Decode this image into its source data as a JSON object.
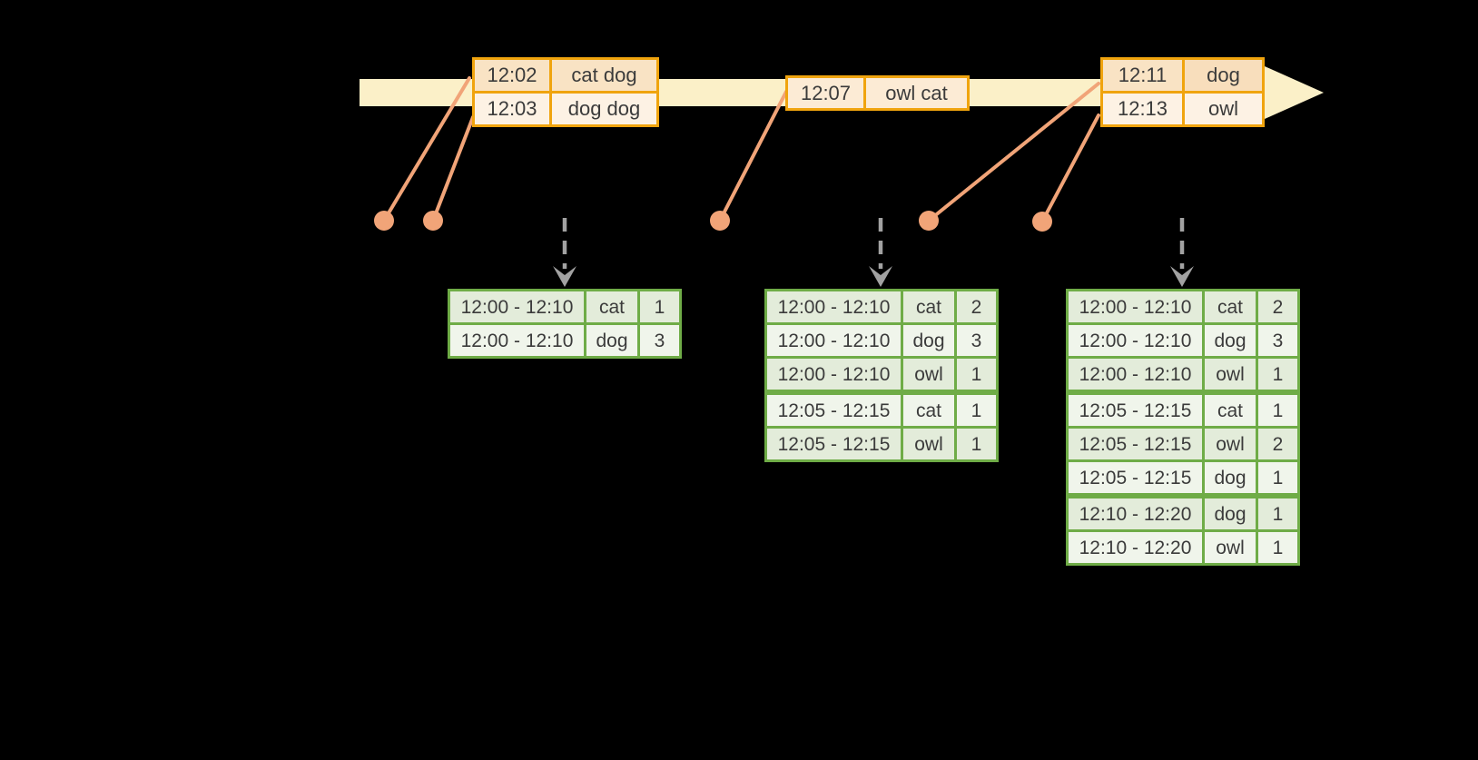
{
  "colors": {
    "canvas_bg": "#000000",
    "timeline_arrow": "#fbf0c8",
    "event_border": "#f0a40e",
    "event_row_dark": "#f9e3c4",
    "event_row_darker": "#f8debc",
    "event_row_light": "#fdf2e4",
    "event_single": "#fcebd5",
    "connector": "#f1a478",
    "flow_arrow": "#a2a2a2",
    "result_border": "#6fac47",
    "result_row_dark": "#e3ecda",
    "result_row_light": "#f0f5eb",
    "text": "#3b3b3b"
  },
  "event_tables": [
    {
      "name": "events-1202-1203",
      "rows": [
        [
          "12:02",
          "cat dog"
        ],
        [
          "12:03",
          "dog dog"
        ]
      ]
    },
    {
      "name": "events-1207",
      "rows": [
        [
          "12:07",
          "owl cat"
        ]
      ]
    },
    {
      "name": "events-1211-1213",
      "rows": [
        [
          "12:11",
          "dog"
        ],
        [
          "12:13",
          "owl"
        ]
      ]
    }
  ],
  "result_tables": [
    {
      "name": "windowed-counts-1",
      "rows": [
        [
          "12:00 - 12:10",
          "cat",
          "1"
        ],
        [
          "12:00 - 12:10",
          "dog",
          "3"
        ]
      ]
    },
    {
      "name": "windowed-counts-2",
      "rows": [
        [
          "12:00 - 12:10",
          "cat",
          "2"
        ],
        [
          "12:00 - 12:10",
          "dog",
          "3"
        ],
        [
          "12:00 - 12:10",
          "owl",
          "1"
        ],
        [
          "12:05 - 12:15",
          "cat",
          "1"
        ],
        [
          "12:05 - 12:15",
          "owl",
          "1"
        ]
      ]
    },
    {
      "name": "windowed-counts-3",
      "rows": [
        [
          "12:00 - 12:10",
          "cat",
          "2"
        ],
        [
          "12:00 - 12:10",
          "dog",
          "3"
        ],
        [
          "12:00 - 12:10",
          "owl",
          "1"
        ],
        [
          "12:05 - 12:15",
          "cat",
          "1"
        ],
        [
          "12:05 - 12:15",
          "owl",
          "2"
        ],
        [
          "12:05 - 12:15",
          "dog",
          "1"
        ],
        [
          "12:10 - 12:20",
          "dog",
          "1"
        ],
        [
          "12:10 - 12:20",
          "owl",
          "1"
        ]
      ]
    }
  ]
}
